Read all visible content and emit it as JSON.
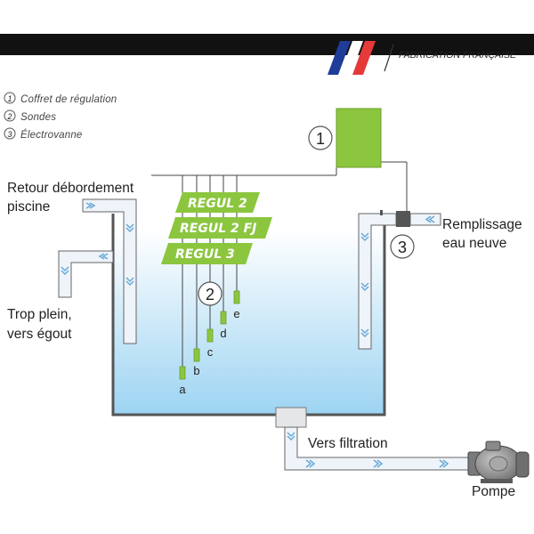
{
  "header": {
    "fabrication_label": "FABRICATION FRANÇAISE",
    "flag_colors": [
      "#1f3c99",
      "#ffffff",
      "#e53a3a"
    ],
    "bar_color": "#111111"
  },
  "legend": [
    {
      "number": "1",
      "label": "Coffret de régulation"
    },
    {
      "number": "2",
      "label": "Sondes"
    },
    {
      "number": "3",
      "label": "Électrovanne"
    }
  ],
  "callouts": {
    "one": "1",
    "two": "2",
    "three": "3"
  },
  "labels": {
    "retour_line1": "Retour débordement",
    "retour_line2": "piscine",
    "trop_line1": "Trop plein,",
    "trop_line2": "vers égout",
    "remplissage_line1": "Remplissage",
    "remplissage_line2": "eau neuve",
    "filtration": "Vers filtration",
    "pompe": "Pompe"
  },
  "regul_badges": [
    "REGUL 2",
    "REGUL 2 FJ",
    "REGUL 3"
  ],
  "probes": [
    "a",
    "b",
    "c",
    "d",
    "e"
  ],
  "colors": {
    "green": "#8cc63f",
    "green_dark": "#6a9e2a",
    "water_top": "#ffffff",
    "water_bottom": "#9dd4f2",
    "tank_wall": "#555555",
    "pipe_arrow": "#7fb6dd",
    "valve": "#555555"
  },
  "icons": [
    "flag-icon",
    "pump-icon",
    "valve-icon",
    "flow-arrow-icon"
  ]
}
